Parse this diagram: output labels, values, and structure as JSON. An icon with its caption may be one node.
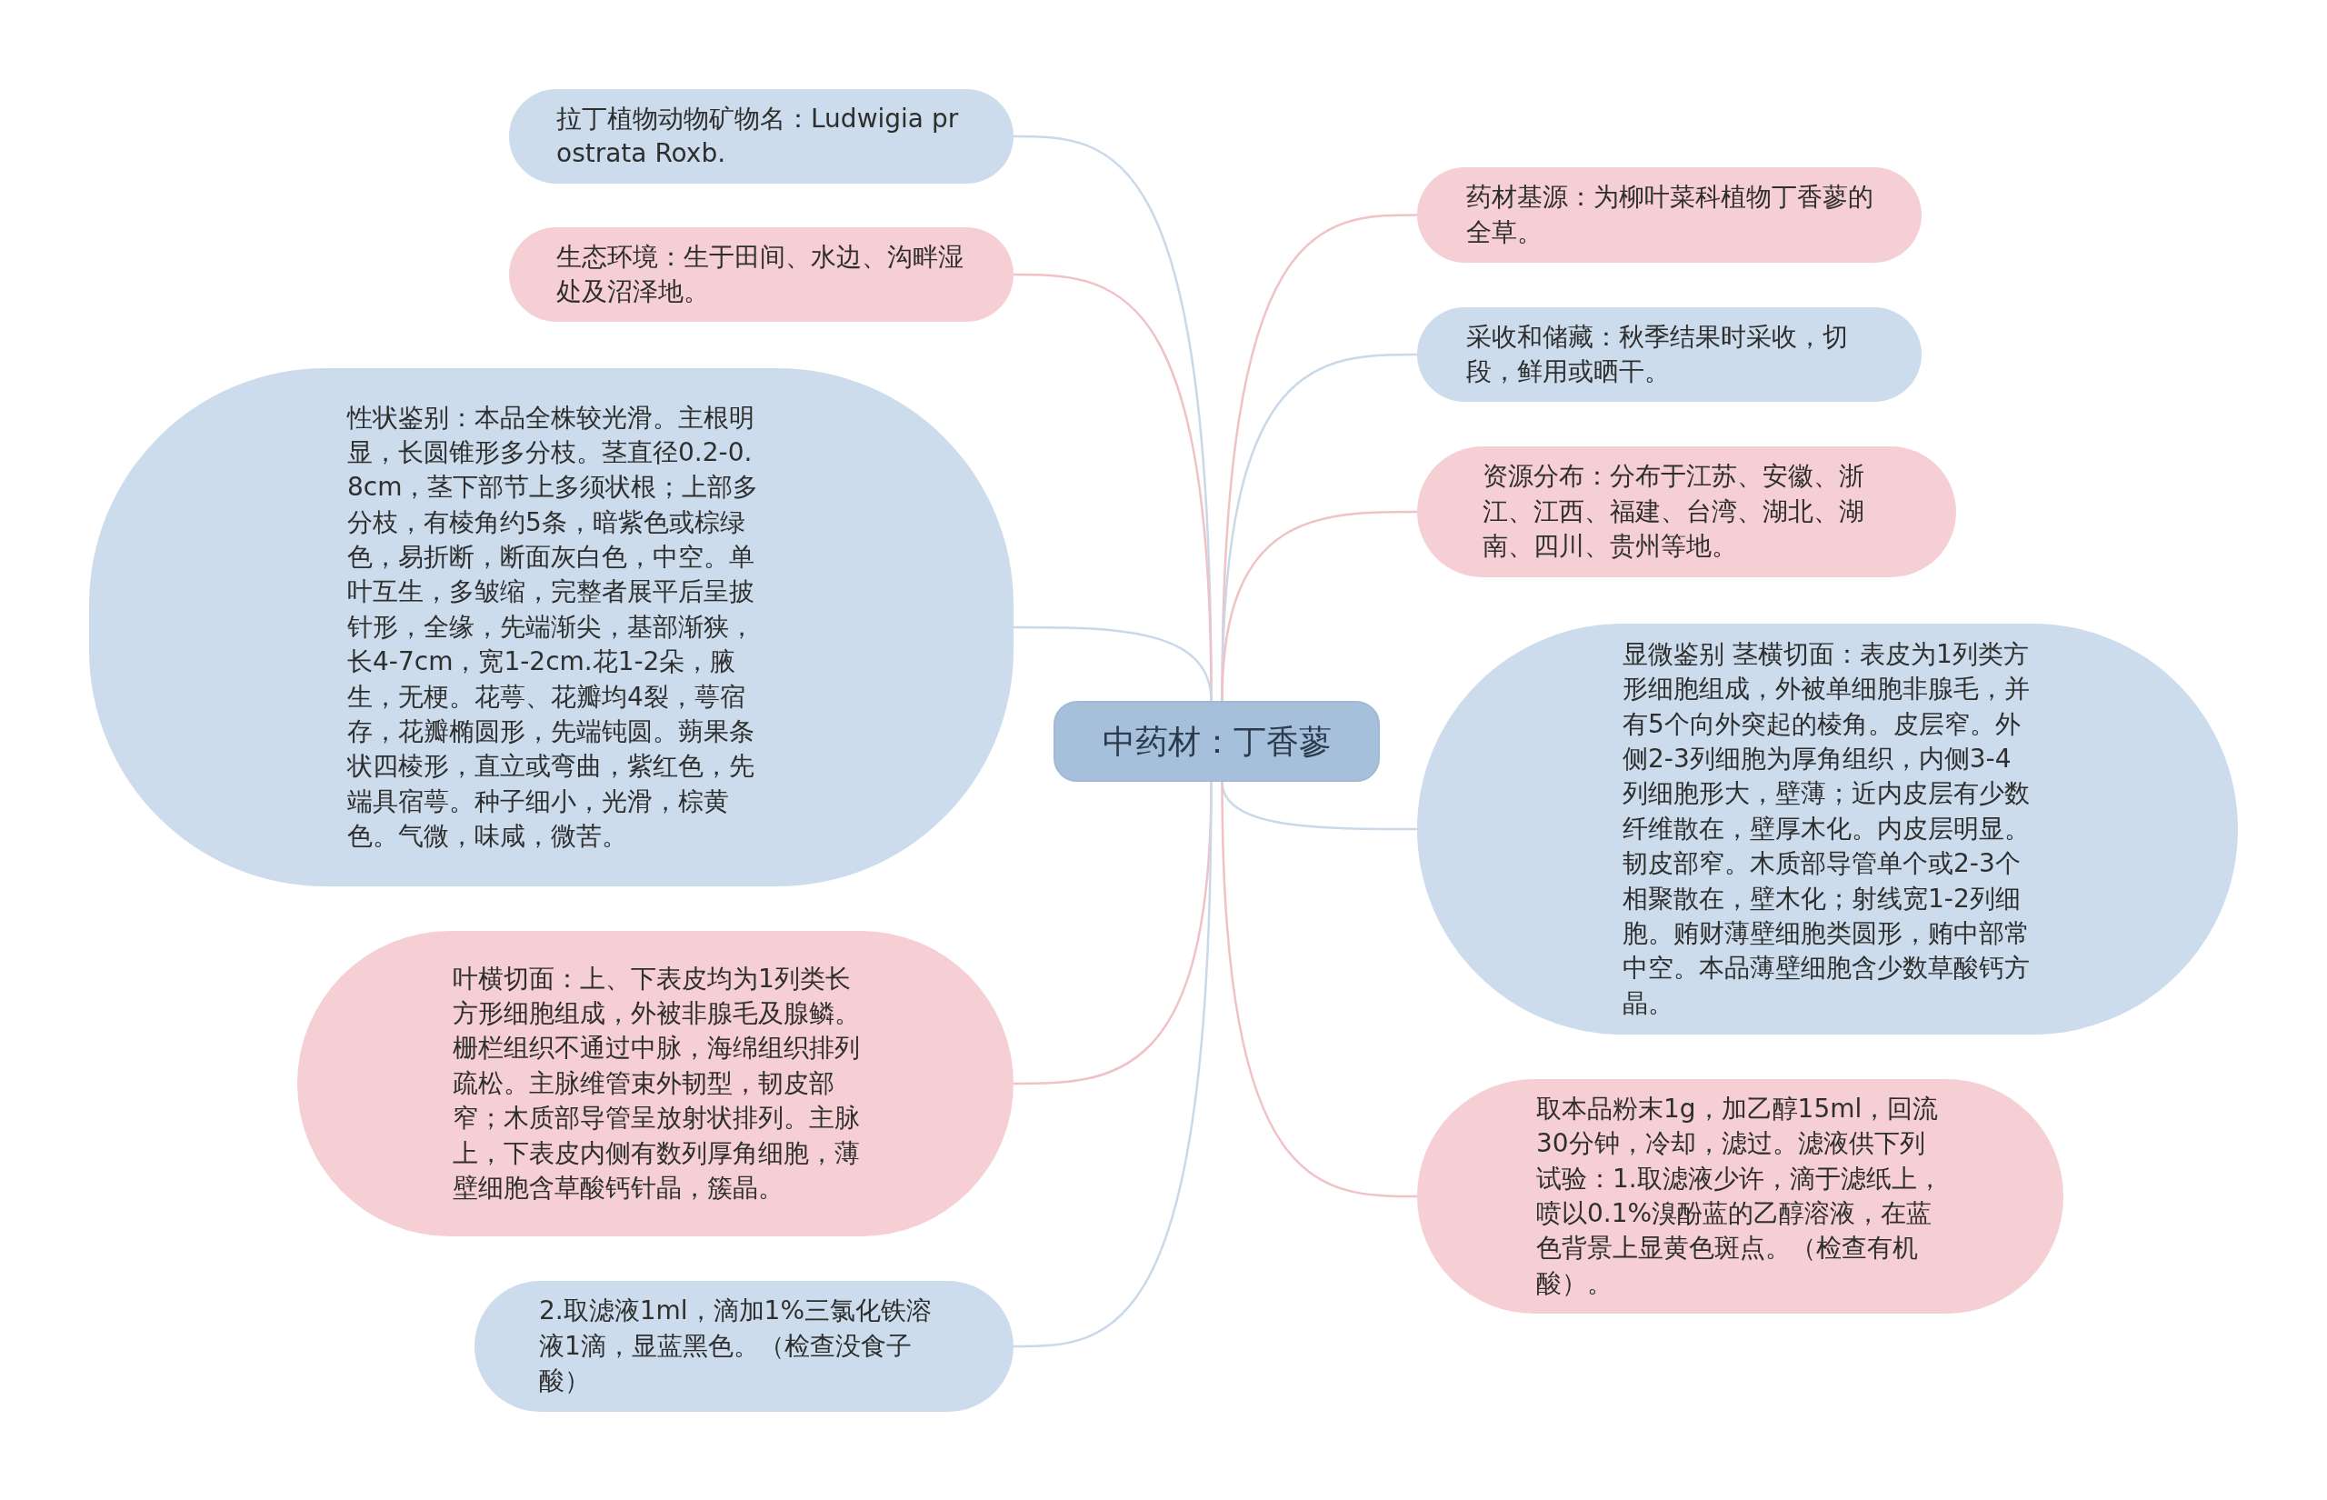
{
  "diagram": {
    "nodes": [
      {
        "text": [
          "中药材：丁香蓼"
        ]
      },
      {
        "text": [
          "拉丁植物动物矿物名：Ludwigia prostrata Roxb."
        ]
      },
      {
        "text": [
          "生态环境：生于田间、水边、沟畔湿处及沼泽地。"
        ]
      },
      {
        "text": [
          "性状鉴别：本品全株较光滑。主根明显，长圆锥形多分枝。茎直径0.2-0.8cm，茎下部节上多须状根；上部多分枝，有棱角约5条，暗紫色或棕绿色，易折断，断面灰白色，中空。单叶互生，多皱缩，完整者展平后呈披针形，全缘，先端渐尖，基部渐狭，长4-7cm，宽1-2cm.花1-2朵，腋生，无梗。花萼、花瓣均4裂，萼宿存，花瓣椭圆形，先端钝圆。蒴果条状四棱形，直立或弯曲，紫红色，先端具宿萼。种子细小，光滑，棕黄色。气微，味咸，微苦。"
        ]
      },
      {
        "text": [
          "叶横切面：上、下表皮均为1列类长方形细胞组成，外被非腺毛及腺鳞。栅栏组织不通过中脉，海绵组织排列疏松。主脉维管束外韧型，韧皮部窄；木质部导管呈放射状排列。主脉上，下表皮内侧有数列厚角细胞，薄壁细胞含草酸钙针晶，簇晶。"
        ]
      },
      {
        "text": [
          "2.取滤液1ml，滴加1%三氯化铁溶液1滴，显蓝黑色。（检查没食子酸）"
        ]
      },
      {
        "text": [
          "药材基源：为柳叶菜科植物丁香蓼的全草。"
        ]
      },
      {
        "text": [
          "采收和储藏：秋季结果时采收，切段，鲜用或晒干。"
        ]
      },
      {
        "text": [
          "资源分布：分布于江苏、安徽、浙江、江西、福建、台湾、湖北、湖南、四川、贵州等地。"
        ]
      },
      {
        "text": [
          "显微鉴别 茎横切面：表皮为1列类方形细胞组成，外被单细胞非腺毛，并有5个向外突起的棱角。皮层窄。外侧2-3列细胞为厚角组织，内侧3-4列细胞形大，壁薄；近内皮层有少数纤维散在，壁厚木化。内皮层明显。韧皮部窄。木质部导管单个或2-3个相聚散在，壁木化；射线宽1-2列细胞。贿财薄壁细胞类圆形，贿中部常中空。本品薄壁细胞含少数草酸钙方晶。"
        ]
      },
      {
        "text": [
          "取本品粉末1g，加乙醇15ml，回流30分钟，冷却，滤过。滤液供下列试验：1.取滤液少许，滴于滤纸上，喷以0.1%溴酚蓝的乙醇溶液，在蓝色背景上显黄色斑点。（检查有机酸）。"
        ]
      }
    ],
    "edges": [
      {
        "from": 0,
        "to": 1,
        "arrow": "none",
        "color": "#c9d9ea"
      },
      {
        "from": 0,
        "to": 2,
        "arrow": "none",
        "color": "#f0c2c6"
      },
      {
        "from": 0,
        "to": 3,
        "arrow": "none",
        "color": "#c9d9ea"
      },
      {
        "from": 0,
        "to": 4,
        "arrow": "none",
        "color": "#f0c2c6"
      },
      {
        "from": 0,
        "to": 5,
        "arrow": "none",
        "color": "#c9d9ea"
      },
      {
        "from": 0,
        "to": 6,
        "arrow": "none",
        "color": "#f0c2c6"
      },
      {
        "from": 0,
        "to": 7,
        "arrow": "none",
        "color": "#c9d9ea"
      },
      {
        "from": 0,
        "to": 8,
        "arrow": "none",
        "color": "#f0c2c6"
      },
      {
        "from": 0,
        "to": 9,
        "arrow": "none",
        "color": "#c9d9ea"
      },
      {
        "from": 0,
        "to": 10,
        "arrow": "none",
        "color": "#f0c2c6"
      }
    ]
  }
}
